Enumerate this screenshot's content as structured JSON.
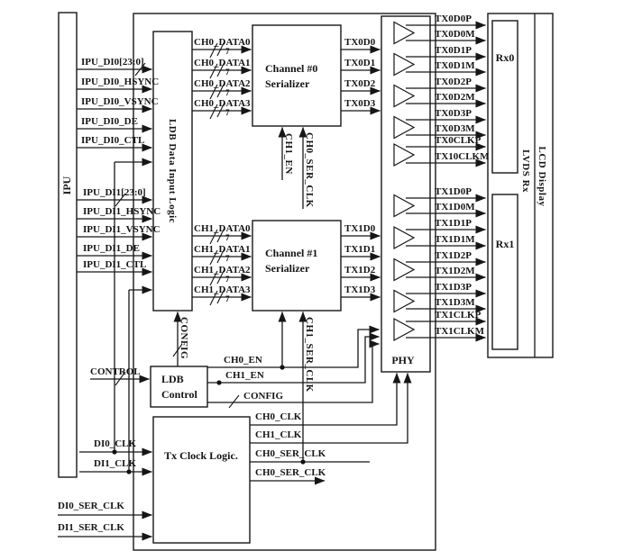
{
  "blocks": {
    "ipu": "IPU",
    "ldb_data_input_logic": "LDB Data Input Logic",
    "channel0_serializer": [
      "Channel #0",
      "Serializer"
    ],
    "channel1_serializer": [
      "Channel #1",
      "Serializer"
    ],
    "ldb_control": [
      "LDB",
      "Control"
    ],
    "tx_clock_logic": "Tx Clock Logic.",
    "phy": "PHY",
    "rx0": "Rx0",
    "rx1": "Rx1",
    "lvds_rx": "LVDS Rx",
    "lcd_display": "LCD Display"
  },
  "signals": {
    "ipu_di0": [
      "IPU_DI0[23:0]",
      "IPU_DI0_HSYNC",
      "IPU_DI0_VSYNC",
      "IPU_DI0_DE",
      "IPU_DI0_CTL"
    ],
    "ipu_di1": [
      "IPU_DI1[23:0]",
      "IPU_DI1_HSYNC",
      "IPU_DI1_VSYNC",
      "IPU_DI1_DE",
      "IPU_DI1_CTL"
    ],
    "ch0_data": [
      "CH0_DATA0",
      "CH0_DATA1",
      "CH0_DATA2",
      "CH0_DATA3"
    ],
    "ch1_data": [
      "CH1_DATA0",
      "CH1_DATA1",
      "CH1_DATA2",
      "CH1_DATA3"
    ],
    "tx0_data": [
      "TX0D0",
      "TX0D1",
      "TX0D2",
      "TX0D3"
    ],
    "tx1_data": [
      "TX1D0",
      "TX1D1",
      "TX1D2",
      "TX1D3"
    ],
    "ch0_serializer_inputs": [
      "CH1_EN",
      "CH0_SER_CLK"
    ],
    "ch1_serializer_input": "CH1_SER_CLK",
    "config_to_input_logic": "CONFIG",
    "control": "CONTROL",
    "ldb_control_outputs": [
      "CH0_EN",
      "CH1_EN",
      "CONFIG"
    ],
    "clock_inputs": [
      "DI0_CLK",
      "DI1_CLK",
      "DI0_SER_CLK",
      "DI1_SER_CLK"
    ],
    "clock_outputs": [
      "CH0_CLK",
      "CH1_CLK",
      "CH0_SER_CLK",
      "CH0_SER_CLK"
    ],
    "lvds_ch0": [
      "TX0D0P",
      "TX0D0M",
      "TX0D1P",
      "TX0D1M",
      "TX0D2P",
      "TX0D2M",
      "TX0D3P",
      "TX0D3M",
      "TX0CLKP",
      "TX10CLKM"
    ],
    "lvds_ch1": [
      "TX1D0P",
      "TX1D0M",
      "TX1D1P",
      "TX1D1M",
      "TX1D2P",
      "TX1D2M",
      "TX1D3P",
      "TX1D3M",
      "TX1CLKP",
      "TX1CLKM"
    ],
    "bus_width_label": "7"
  },
  "colors": {
    "line": "#161616",
    "background": "#ffffff"
  }
}
